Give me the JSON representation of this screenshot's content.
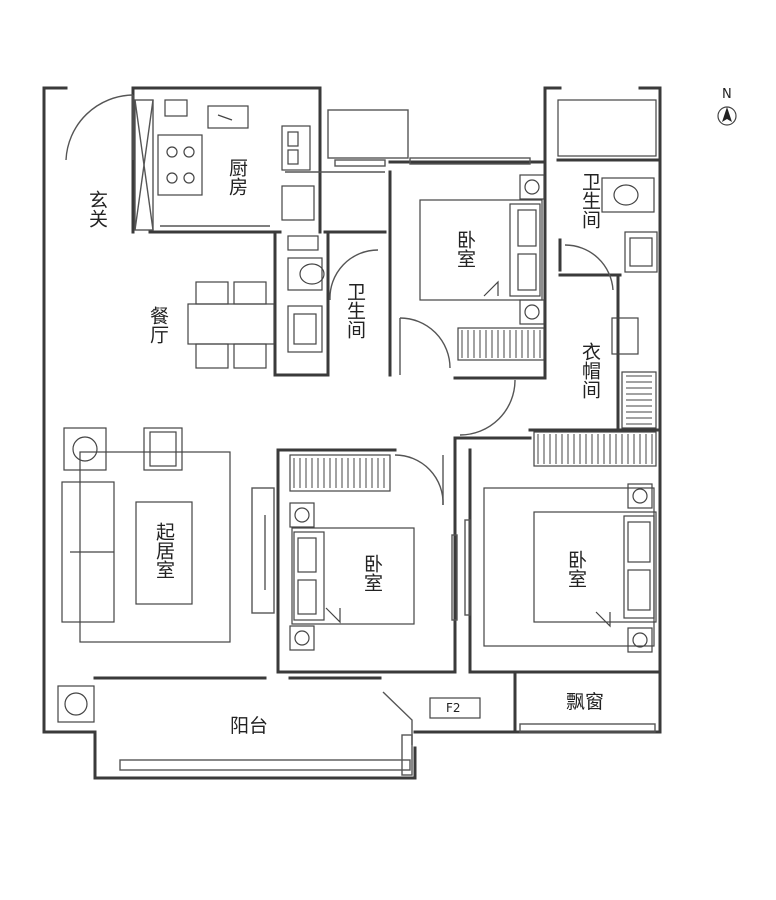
{
  "compass": {
    "label": "N"
  },
  "rooms": {
    "entrance": "玄关",
    "kitchen": "厨房",
    "dining": "餐厅",
    "bath_center": "卫生间",
    "bath_right": "卫生间",
    "bedroom_top": "卧室",
    "bedroom_middle": "卧室",
    "bedroom_right": "卧室",
    "closet": "衣帽间",
    "living": "起居室",
    "balcony": "阳台",
    "bay_window": "飘窗"
  },
  "tags": {
    "floor_drain": "F2"
  }
}
